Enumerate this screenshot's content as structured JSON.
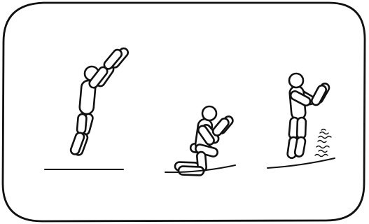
{
  "illustration": {
    "frame": {
      "stroke": "#111111",
      "fill": "#ffffff"
    },
    "panels": [
      {
        "pose": "jumping-arms-raised",
        "ground": "flat-line"
      },
      {
        "pose": "kneeling-arms-forward",
        "ground": "curved-line"
      },
      {
        "pose": "standing-arms-forward",
        "ground": "sloped-line",
        "effect": "vibration-marks"
      }
    ]
  }
}
